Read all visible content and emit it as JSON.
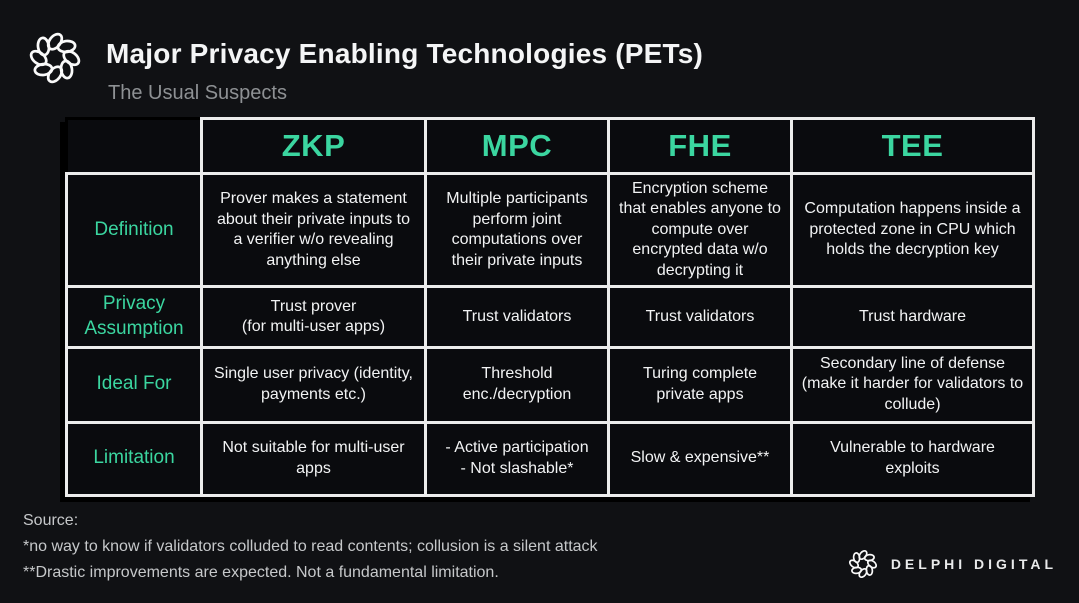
{
  "header": {
    "title": "Major Privacy Enabling Technologies (PETs)",
    "subtitle": "The Usual Suspects",
    "logo_icon": "delphi-knot-icon"
  },
  "table": {
    "columns": [
      "ZKP",
      "MPC",
      "FHE",
      "TEE"
    ],
    "rows": [
      {
        "label": "Definition",
        "cells": [
          "Prover makes a statement about their private inputs to a verifier w/o revealing anything else",
          "Multiple participants perform joint computations over their private inputs",
          "Encryption scheme that enables anyone to compute over encrypted data w/o decrypting it",
          "Computation happens inside a protected zone in CPU which holds the decryption key"
        ]
      },
      {
        "label": "Privacy Assumption",
        "cells": [
          "Trust prover\n(for multi-user apps)",
          "Trust validators",
          "Trust validators",
          "Trust hardware"
        ]
      },
      {
        "label": "Ideal For",
        "cells": [
          "Single user privacy (identity, payments etc.)",
          "Threshold enc./decryption",
          "Turing complete private apps",
          "Secondary line of defense (make it harder for validators to collude)"
        ]
      },
      {
        "label": "Limitation",
        "cells": [
          "Not suitable for multi-user apps",
          "- Active participation\n- Not slashable*",
          "Slow & expensive**",
          "Vulnerable to hardware exploits"
        ]
      }
    ]
  },
  "footer": {
    "source_label": "Source:",
    "note1": "*no way to know if validators colluded to read contents; collusion is a silent attack",
    "note2": "**Drastic improvements are expected. Not a fundamental limitation.",
    "brand": "DELPHI DIGITAL"
  },
  "colors": {
    "accent_green": "#3bd6a0",
    "background": "#101114",
    "cell_background": "#0a0b0e",
    "grid_border": "#ececec"
  }
}
